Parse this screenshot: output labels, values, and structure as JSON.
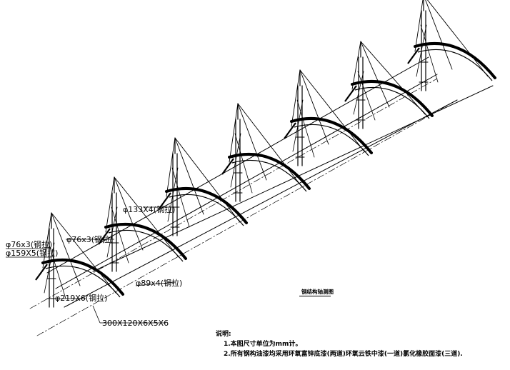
{
  "drawing": {
    "title": "钢结构轴测图",
    "labels": [
      {
        "id": "bay2-top",
        "text": "φ133X4(钢拉)"
      },
      {
        "id": "bay1-mid",
        "text": "φ76x3(钢拉)"
      },
      {
        "id": "end-a",
        "text": "φ76x3(钢拉)"
      },
      {
        "id": "end-b",
        "text": "φ159X5(钢拉)"
      },
      {
        "id": "purlin",
        "text": "φ89x4(钢拉)"
      },
      {
        "id": "col-base",
        "text": "φ219X6(钢拉)"
      },
      {
        "id": "beam",
        "text": "300X120X6X5X6"
      }
    ]
  },
  "notes": {
    "heading": "说明:",
    "items": [
      "1.本图尺寸单位为mm计。",
      "2.所有钢构油漆均采用环氧富锌底漆(两道)环氧云铁中漆(一道)氯化橡胶面漆(三道)."
    ]
  }
}
